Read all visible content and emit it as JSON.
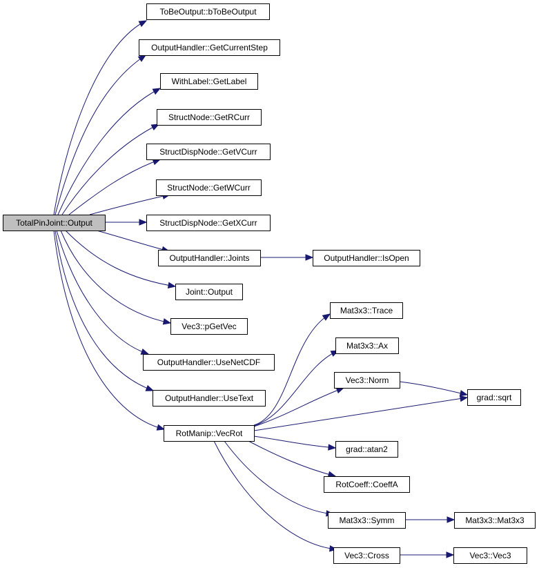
{
  "graph": {
    "edge_color": "#191970",
    "root_fill": "#bfbfbf",
    "nodes": [
      {
        "id": "root",
        "label": "TotalPinJoint::Output",
        "root": true
      },
      {
        "id": "bToBeOutput",
        "label": "ToBeOutput::bToBeOutput"
      },
      {
        "id": "GetCurrentStep",
        "label": "OutputHandler::GetCurrentStep"
      },
      {
        "id": "GetLabel",
        "label": "WithLabel::GetLabel"
      },
      {
        "id": "GetRCurr",
        "label": "StructNode::GetRCurr"
      },
      {
        "id": "GetVCurr",
        "label": "StructDispNode::GetVCurr"
      },
      {
        "id": "GetWCurr",
        "label": "StructNode::GetWCurr"
      },
      {
        "id": "GetXCurr",
        "label": "StructDispNode::GetXCurr"
      },
      {
        "id": "Joints",
        "label": "OutputHandler::Joints"
      },
      {
        "id": "IsOpen",
        "label": "OutputHandler::IsOpen"
      },
      {
        "id": "JointOutput",
        "label": "Joint::Output"
      },
      {
        "id": "pGetVec",
        "label": "Vec3::pGetVec"
      },
      {
        "id": "UseNetCDF",
        "label": "OutputHandler::UseNetCDF"
      },
      {
        "id": "UseText",
        "label": "OutputHandler::UseText"
      },
      {
        "id": "VecRot",
        "label": "RotManip::VecRot"
      },
      {
        "id": "Trace",
        "label": "Mat3x3::Trace"
      },
      {
        "id": "Ax",
        "label": "Mat3x3::Ax"
      },
      {
        "id": "Norm",
        "label": "Vec3::Norm"
      },
      {
        "id": "sqrt",
        "label": "grad::sqrt"
      },
      {
        "id": "atan2",
        "label": "grad::atan2"
      },
      {
        "id": "CoeffA",
        "label": "RotCoeff::CoeffA"
      },
      {
        "id": "Symm",
        "label": "Mat3x3::Symm"
      },
      {
        "id": "Mat3x3ctor",
        "label": "Mat3x3::Mat3x3"
      },
      {
        "id": "Cross",
        "label": "Vec3::Cross"
      },
      {
        "id": "Vec3ctor",
        "label": "Vec3::Vec3"
      }
    ],
    "edges": [
      {
        "from": "root",
        "to": "bToBeOutput"
      },
      {
        "from": "root",
        "to": "GetCurrentStep"
      },
      {
        "from": "root",
        "to": "GetLabel"
      },
      {
        "from": "root",
        "to": "GetRCurr"
      },
      {
        "from": "root",
        "to": "GetVCurr"
      },
      {
        "from": "root",
        "to": "GetWCurr"
      },
      {
        "from": "root",
        "to": "GetXCurr"
      },
      {
        "from": "root",
        "to": "Joints"
      },
      {
        "from": "root",
        "to": "JointOutput"
      },
      {
        "from": "root",
        "to": "pGetVec"
      },
      {
        "from": "root",
        "to": "UseNetCDF"
      },
      {
        "from": "root",
        "to": "UseText"
      },
      {
        "from": "root",
        "to": "VecRot"
      },
      {
        "from": "Joints",
        "to": "IsOpen"
      },
      {
        "from": "VecRot",
        "to": "Trace"
      },
      {
        "from": "VecRot",
        "to": "Ax"
      },
      {
        "from": "VecRot",
        "to": "Norm"
      },
      {
        "from": "VecRot",
        "to": "sqrt"
      },
      {
        "from": "VecRot",
        "to": "atan2"
      },
      {
        "from": "VecRot",
        "to": "CoeffA"
      },
      {
        "from": "VecRot",
        "to": "Symm"
      },
      {
        "from": "VecRot",
        "to": "Cross"
      },
      {
        "from": "Norm",
        "to": "sqrt"
      },
      {
        "from": "Symm",
        "to": "Mat3x3ctor"
      },
      {
        "from": "Cross",
        "to": "Vec3ctor"
      }
    ]
  }
}
